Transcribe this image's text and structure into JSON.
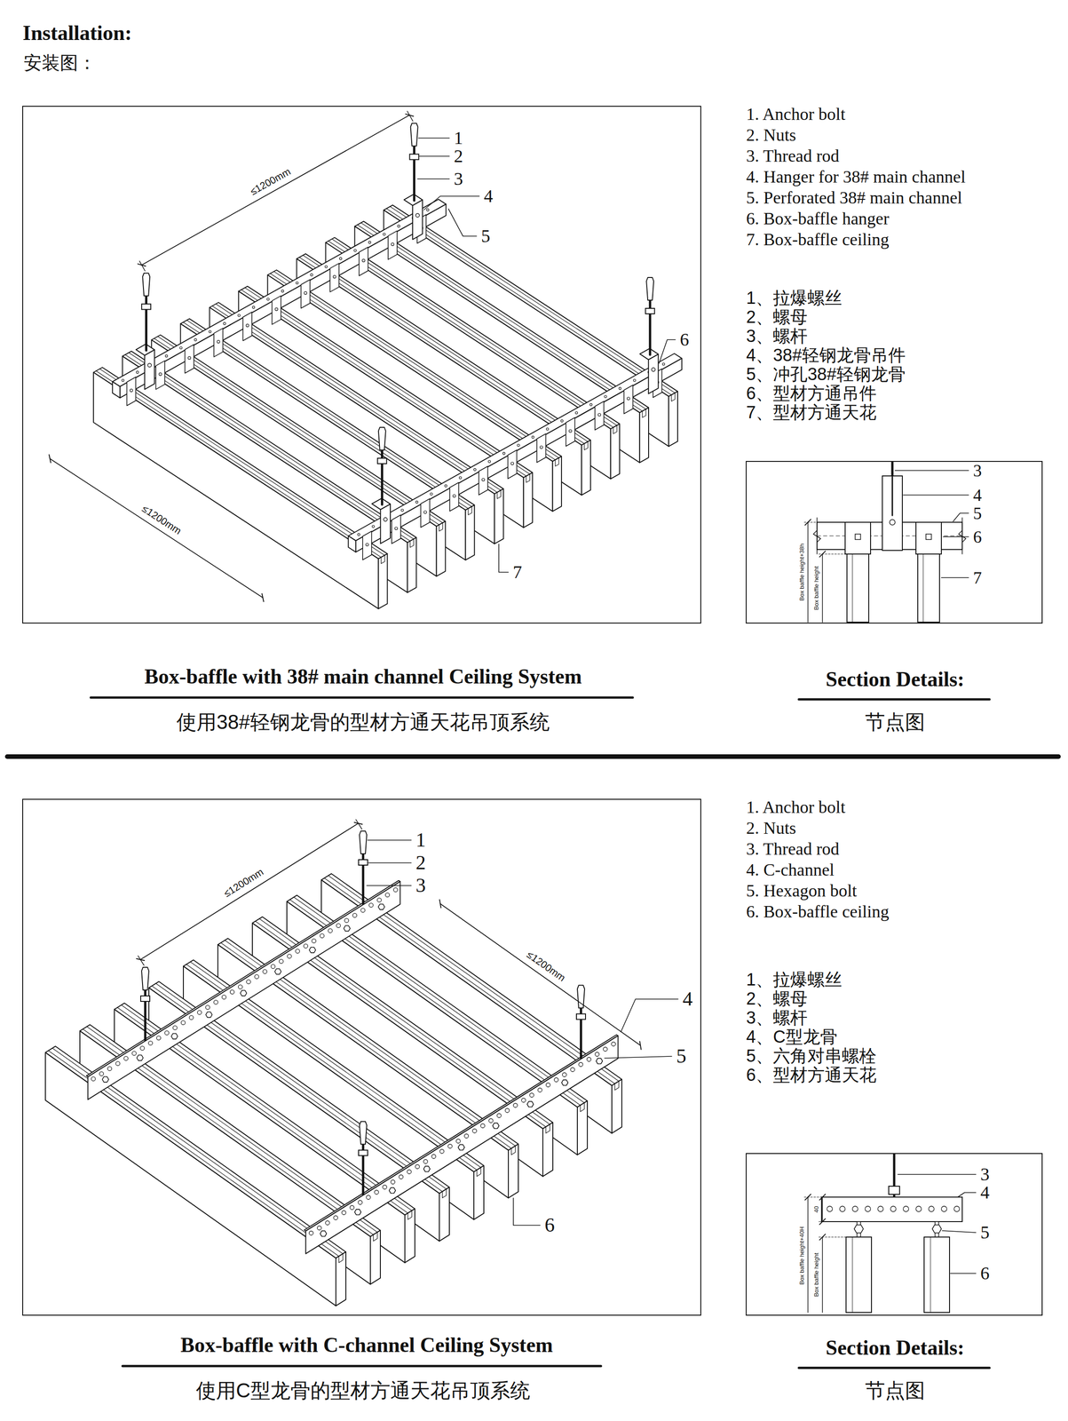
{
  "diagram": {
    "title": "Installation:",
    "labels": [
      "安装图：",
      "1",
      "2",
      "3",
      "4",
      "5",
      "6",
      "7",
      "≤1200mm",
      "≤1200mm",
      "1. Anchor bolt",
      "2. Nuts",
      "3. Thread rod",
      "4. Hanger for 38# main channel",
      "5. Perforated 38# main channel",
      "6. Box-baffle hanger",
      "7. Box-baffle ceiling",
      "1、拉爆螺丝",
      "2、螺母",
      "3、螺杆",
      "4、38#轻钢龙骨吊件",
      "5、冲孔38#轻钢龙骨",
      "6、型材方通吊件",
      "7、型材方通天花",
      "3",
      "4",
      "5",
      "6",
      "7",
      "Box baffle height+38h",
      "Box baffle height",
      "Box-baffle with 38# main channel Ceiling System",
      "使用38#轻钢龙骨的型材方通天花吊顶系统",
      "Section Details:",
      "节点图",
      "1",
      "2",
      "3",
      "4",
      "5",
      "6",
      "≤1200mm",
      "≤1200mm",
      "1. Anchor bolt",
      "2. Nuts",
      "3. Thread rod",
      "4. C-channel",
      "5. Hexagon bolt",
      "6. Box-baffle ceiling",
      "1、拉爆螺丝",
      "2、螺母",
      "3、螺杆",
      "4、C型龙骨",
      "5、六角对串螺栓",
      "6、型材方通天花",
      "3",
      "4",
      "5",
      "6",
      "40",
      "Box baffle height+40H",
      "Box baffle height",
      "Box-baffle with C-channel Ceiling System",
      "使用C型龙骨的型材方通天花吊顶系统",
      "Section Details:",
      "节点图"
    ]
  }
}
